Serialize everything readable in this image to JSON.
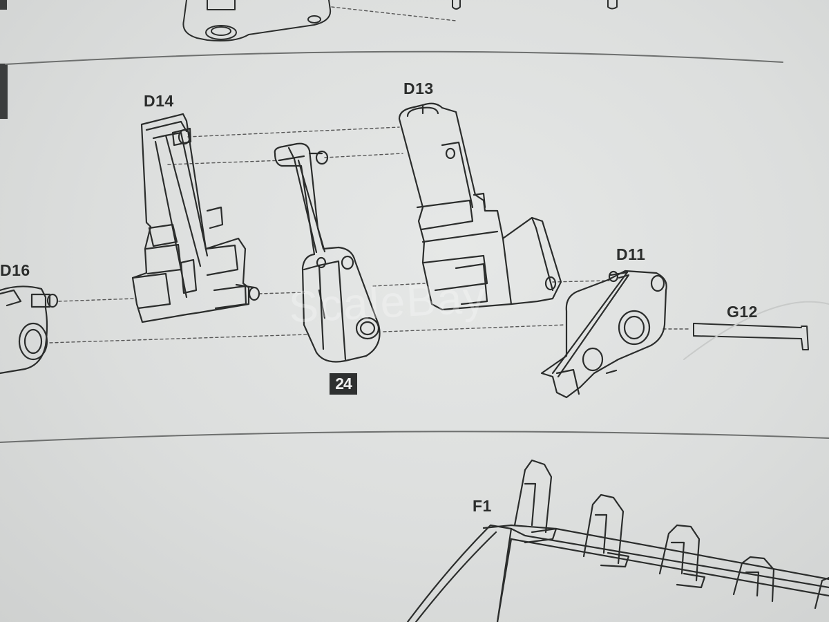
{
  "labels": {
    "d14": "D14",
    "d13": "D13",
    "d16": "D16",
    "d11": "D11",
    "g12": "G12",
    "f1": "F1"
  },
  "subassembly": "24",
  "watermark": "ScaleBay",
  "colors": {
    "paper": "#dcdedd",
    "line": "#2b2d2c",
    "badge": "#2e3030"
  }
}
